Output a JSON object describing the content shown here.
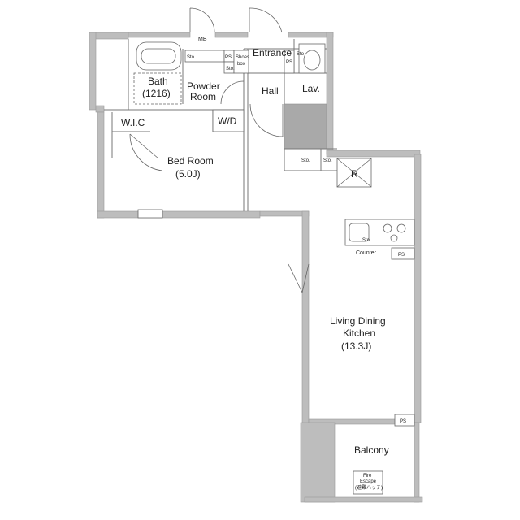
{
  "rooms": {
    "mb": "MB",
    "bath": "Bath",
    "bath_size": "(1216)",
    "powder_room_line1": "Powder",
    "powder_room_line2": "Room",
    "entrance": "Entrance",
    "hall": "Hall",
    "lav": "Lav.",
    "wic": "W.I.C",
    "wd": "W/D",
    "bed_room": "Bed Room",
    "bed_room_size": "(5.0J)",
    "ldk_line1": "Living Dining",
    "ldk_line2": "Kitchen",
    "ldk_size": "(13.3J)",
    "balcony": "Balcony",
    "fire_escape_line1": "Fire",
    "fire_escape_line2": "Escape",
    "fire_escape_line3": "(避難ハッチ)",
    "counter": "Counter",
    "refrigerator": "R"
  },
  "storage": {
    "sto_bath": "Sto.",
    "sto_powder": "Sto.",
    "sto_lav": "Sto",
    "sto_hall_left": "Sto.",
    "sto_hall_right": "Sto.",
    "sto_kitchen": "Sto."
  },
  "shafts": {
    "ps_entrance": "PS",
    "ps_lav": "PS",
    "ps_counter": "PS",
    "ps_balcony": "PS"
  },
  "fixtures": {
    "shoes_box_line1": "Shoes",
    "shoes_box_line2": "box"
  },
  "colors": {
    "wall": "#bdbdbd",
    "line": "#666666",
    "background": "#ffffff"
  }
}
